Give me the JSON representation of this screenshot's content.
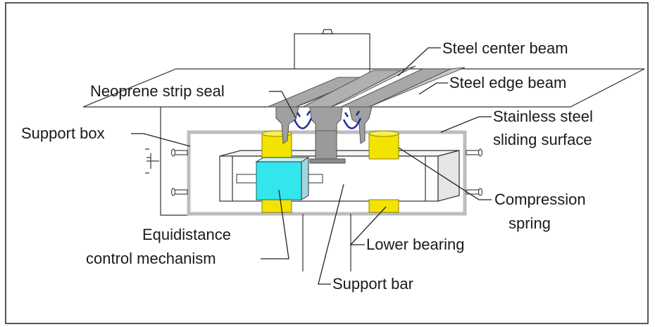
{
  "diagram": {
    "labels": {
      "steel_center_beam": "Steel center beam",
      "steel_edge_beam": "Steel edge beam",
      "neoprene_strip_seal": "Neoprene strip seal",
      "stainless_line1": "Stainless steel",
      "stainless_line2": "sliding surface",
      "support_box": "Support box",
      "compression_line1": "Compression",
      "compression_line2": "spring",
      "equidistance_line1": "Equidistance",
      "equidistance_line2": "control mechanism",
      "lower_bearing": "Lower bearing",
      "support_bar": "Support bar"
    },
    "colors": {
      "spring": "#f2e400",
      "control_box": "#33e6ee",
      "seal": "#1a2a9a",
      "steel": "#9a9a9a",
      "support_box": "#bdbdbd"
    }
  }
}
